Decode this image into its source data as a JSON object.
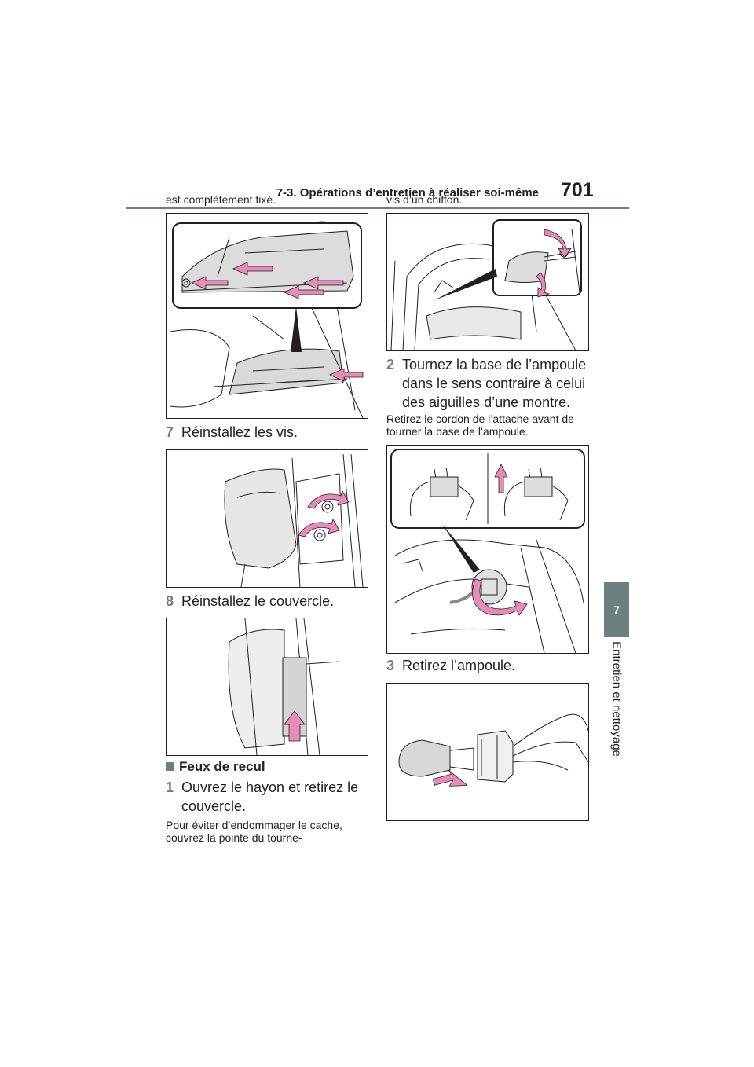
{
  "header": {
    "section_title": "7-3. Opérations d’entretien à réaliser soi-même",
    "page_number": "701"
  },
  "side_tab": {
    "number": "7",
    "label": "Entretien et nettoyage"
  },
  "left_column": {
    "intro_text": "est complètement fixé.",
    "step7": {
      "num": "7",
      "text": "Réinstallez les vis."
    },
    "step8": {
      "num": "8",
      "text": "Réinstallez le couvercle."
    },
    "heading": "Feux de recul",
    "step1": {
      "num": "1",
      "text": "Ouvrez le hayon et retirez le couvercle."
    },
    "note": "Pour éviter d’endommager le cache, couvrez la pointe du tourne-"
  },
  "right_column": {
    "intro_text": "vis d’un chiffon.",
    "step2": {
      "num": "2",
      "text": "Tournez la base de l’ampoule dans le sens contraire à celui des aiguilles d’une montre."
    },
    "note": "Retirez le cordon de l’attache avant de tourner la base de l’ampoule.",
    "step3": {
      "num": "3",
      "text": "Retirez l’ampoule."
    }
  },
  "colors": {
    "accent": "#6e7f80",
    "arrow": "#e88cb6",
    "text": "#231f20"
  }
}
